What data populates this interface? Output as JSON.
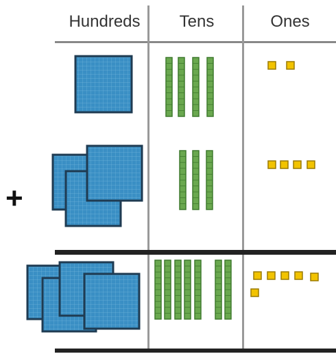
{
  "headers": {
    "hundreds": "Hundreds",
    "tens": "Tens",
    "ones": "Ones"
  },
  "operator": "+",
  "colors": {
    "flat_fill": "#3a8fc4",
    "flat_grid": "#6fb3dc",
    "flat_border": "#1f3b52",
    "rod_fill": "#6aa84f",
    "rod_border": "#3f7a2e",
    "unit_fill": "#f2c300",
    "unit_border": "#9a7a00"
  },
  "rows": [
    {
      "role": "addend-1",
      "hundreds": 1,
      "tens": 4,
      "ones": 2
    },
    {
      "role": "addend-2",
      "hundreds": 3,
      "tens": 3,
      "ones": 4
    },
    {
      "role": "sum",
      "hundreds": 4,
      "tens": 7,
      "ones": 6
    }
  ]
}
